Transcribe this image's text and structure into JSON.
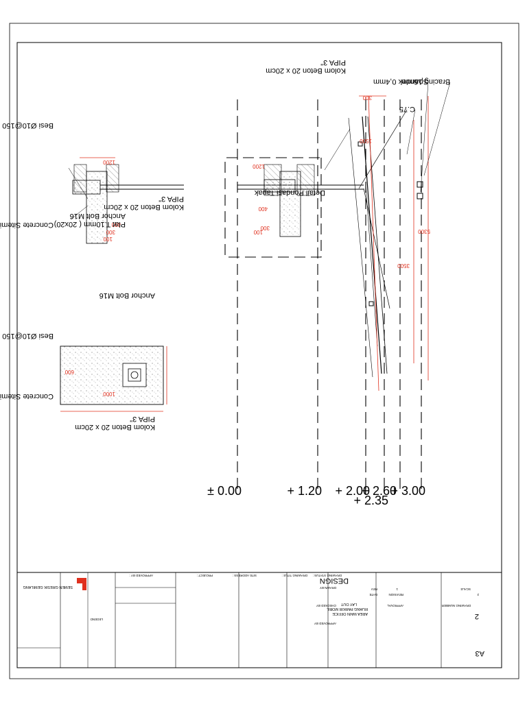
{
  "levels": [
    "± 0.00",
    "+ 1.20",
    "+ 2.00",
    "+ 2.35",
    "+ 2.60",
    "+ 3.00"
  ],
  "labels": {
    "bracing": "Bracing 16mm",
    "spandek": "Spandek 0,4mm",
    "c75": "C.75",
    "pipa_top": "PIPA 3\"",
    "kolom_top": "Kolom Beton 20 x 20cm",
    "detail_pondasi": "Detail Pondasi Tapak",
    "pipa_mid": "PIPA 3\"",
    "kolom_mid": "Kolom Beton 20 x 20cm",
    "anchor_mid": "Anchor Bolt M16",
    "plat_mid": "Plat T.10mm ( 20x20)",
    "besi_top": "Besi Ø10@150",
    "concrete_top": "Concrete Sitemix",
    "anchor_plan": "Anchor Bolt M16",
    "besi_plan": "Besi Ø10@150",
    "pipa_plan": "PIPA 3\"",
    "kolom_plan": "Kolom Beton 20 x 20cm",
    "concrete_plan": "Concrete Sitemix"
  },
  "dimensions": {
    "d1500": "1500",
    "d300": "300",
    "d3500": "3500",
    "d5300": "5300",
    "d1200a": "1200",
    "d1200b": "1200",
    "d400a": "400",
    "d400b": "400",
    "d300a": "300",
    "d300b": "300",
    "d100a": "100",
    "d100b": "100",
    "d1000": "1000",
    "d600": "600"
  },
  "title_block": {
    "company": "SEMEN GRESIK GEMILANG",
    "approved_by": "APPROVED BY :",
    "project": "PROJECT :",
    "site_address": "SITE ADDRESS :",
    "drawing_title_label": "DRAWING TITLE :",
    "drawing_title_lines": [
      "LAY OUT",
      "RUANG PARKIR MOBIL",
      "AREA MAIN OFFICE"
    ],
    "drawing_status_label": "DRAWING STATUS :",
    "drawing_status": "DESIGN",
    "drawn_by": "DRAWN BY",
    "checked_by": "CHECKED BY",
    "approved_by_small": "APPROVED BY",
    "rev": "REV",
    "date": "DATE",
    "revision": "REVISION",
    "approval": "APPROVAL",
    "rev_num": "1",
    "scale_label": "SCALE",
    "scale_num": "2",
    "drawing_number_label": "DRAWING NUMBER",
    "drawing_number": "2",
    "sheet_size": "A3",
    "legend": "LEGEND"
  },
  "colors": {
    "dimension": "#e0301e",
    "line": "#000000",
    "background": "#ffffff"
  }
}
